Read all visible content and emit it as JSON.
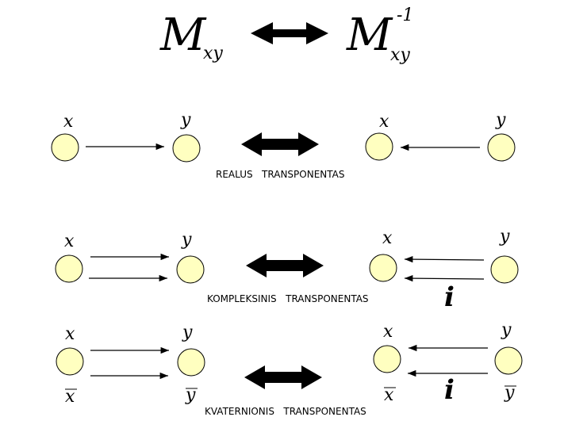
{
  "header": {
    "left_symbol": "M",
    "left_subscript": "xy",
    "right_symbol": "M",
    "right_subscript": "xy",
    "right_superscript": "-1"
  },
  "rows": [
    {
      "caption": "REALUS   TRANSPONENTAS",
      "left_top_x": "x",
      "left_top_y": "y",
      "right_top_x": "x",
      "right_top_y": "y"
    },
    {
      "caption": "KOMPLEKSINIS   TRANSPONENTAS",
      "left_top_x": "x",
      "left_top_y": "y",
      "right_top_x": "x",
      "right_top_y": "y",
      "right_mid": "i"
    },
    {
      "caption": "KVATERNIONIS   TRANSPONENTAS",
      "left_top_x": "x",
      "left_top_y": "y",
      "right_top_x": "x",
      "right_top_y": "y",
      "right_mid": "i",
      "left_bottom_x": "x",
      "left_bottom_y": "y",
      "right_bottom_x": "x",
      "right_bottom_y": "y"
    }
  ],
  "colors": {
    "node_fill": "#ffffc0",
    "node_stroke": "#000000",
    "arrow": "#000000"
  }
}
